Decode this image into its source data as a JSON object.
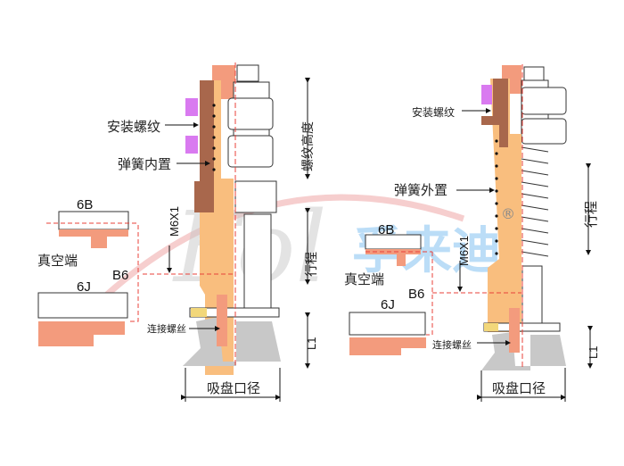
{
  "watermark": {
    "brand_text": "孚来迪",
    "registered_mark": "®",
    "script_logo": "Fol"
  },
  "colors": {
    "body": "#F9BE7E",
    "cap": "#F39B7D",
    "flange": "#A8674C",
    "nut": "#D97AF0",
    "cup": "#C8C8C8",
    "pad": "#F2D77A",
    "dash": "#E8413A",
    "watermark_blue": "#4DA6E8",
    "watermark_red": "#E26B6B"
  },
  "left_assembly": {
    "mount_thread": "安装螺纹",
    "spring_inside": "弹簧内置",
    "thread_height": "螺纹高度",
    "port_thread": "M6X1",
    "stroke": "行程",
    "fitting_6b": "6B",
    "fitting_6j": "6J",
    "vacuum_port": "真空端",
    "b6": "B6",
    "connect_thread": "连接螺丝",
    "l1": "L1",
    "cup_diameter": "吸盘口径"
  },
  "right_assembly": {
    "mount_thread": "安装螺纹",
    "spring_outside": "弹簧外置",
    "port_thread": "M6X1",
    "stroke": "行程",
    "fitting_6b": "6B",
    "fitting_6j": "6J",
    "vacuum_port": "真空端",
    "b6": "B6",
    "connect_thread": "连接螺丝",
    "l1": "L1",
    "cup_diameter": "吸盘口径"
  }
}
